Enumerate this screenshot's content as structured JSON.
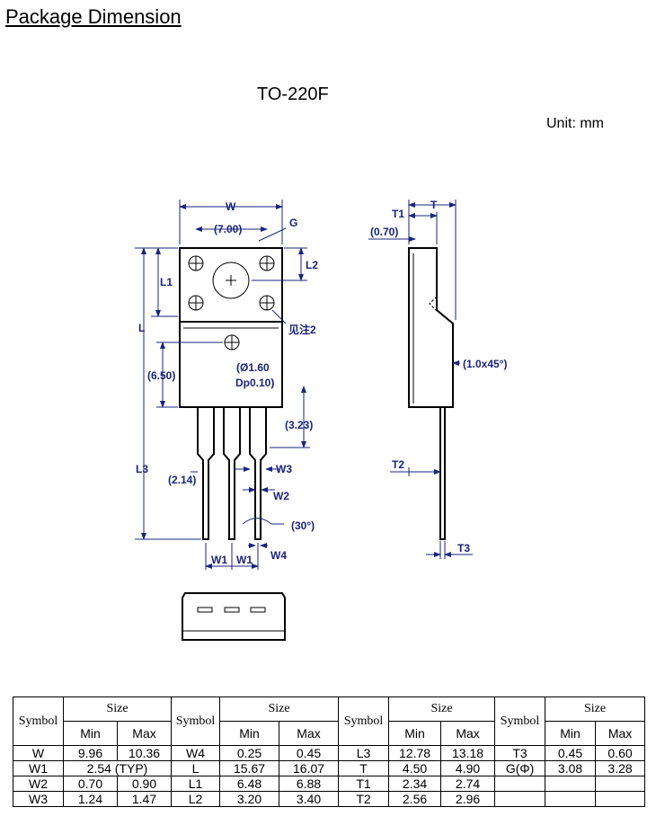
{
  "heading": "Package Dimension",
  "package_name": "TO-220F",
  "unit_label": "Unit: mm",
  "drawing_labels": {
    "W": "W",
    "seven": "(7.00)",
    "G": "G",
    "L1": "L1",
    "L2": "L2",
    "L": "L",
    "note2": "见注2",
    "six50": "(6.50)",
    "phi": "(Ø1.60",
    "dp": "Dp0.10)",
    "three23": "(3.23)",
    "W3": "W3",
    "L3": "L3",
    "two14": "(2.14)",
    "W2": "W2",
    "thirty": "(30°)",
    "W4": "W4",
    "W1a": "W1",
    "W1b": "W1",
    "T": "T",
    "T1": "T1",
    "zero70": "(0.70)",
    "chamfer": "(1.0x45°)",
    "T2": "T2",
    "T3": "T3"
  },
  "table": {
    "symbol_header": "Symbol",
    "size_header": "Size",
    "min_header": "Min",
    "max_header": "Max",
    "rows": [
      [
        [
          "W",
          "9.96",
          "10.36"
        ],
        [
          "W4",
          "0.25",
          "0.45"
        ],
        [
          "L3",
          "12.78",
          "13.18"
        ],
        [
          "T3",
          "0.45",
          "0.60"
        ]
      ],
      [
        [
          "W1",
          "2.54 (TYP)",
          ""
        ],
        [
          "L",
          "15.67",
          "16.07"
        ],
        [
          "T",
          "4.50",
          "4.90"
        ],
        [
          "G(Φ)",
          "3.08",
          "3.28"
        ]
      ],
      [
        [
          "W2",
          "0.70",
          "0.90"
        ],
        [
          "L1",
          "6.48",
          "6.88"
        ],
        [
          "T1",
          "2.34",
          "2.74"
        ],
        [
          "",
          "",
          ""
        ]
      ],
      [
        [
          "W3",
          "1.24",
          "1.47"
        ],
        [
          "L2",
          "3.20",
          "3.40"
        ],
        [
          "T2",
          "2.56",
          "2.96"
        ],
        [
          "",
          "",
          ""
        ]
      ]
    ]
  }
}
